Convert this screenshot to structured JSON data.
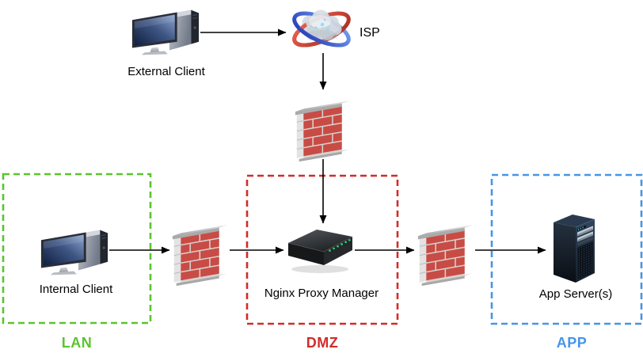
{
  "diagram": {
    "nodes": {
      "external_client": {
        "label": "External Client",
        "icon": "desktop-computer-icon"
      },
      "isp": {
        "label": "ISP",
        "icon": "internet-cloud-icon"
      },
      "wan_firewall": {
        "icon": "firewall-icon"
      },
      "internal_client": {
        "label": "Internal Client",
        "icon": "desktop-computer-icon"
      },
      "lan_firewall": {
        "icon": "firewall-icon"
      },
      "nginx_proxy": {
        "label": "Nginx Proxy Manager",
        "icon": "network-appliance-icon"
      },
      "dmz_firewall": {
        "icon": "firewall-icon"
      },
      "app_server": {
        "label": "App Server(s)",
        "icon": "tower-server-icon"
      }
    },
    "zones": {
      "lan": {
        "label": "LAN",
        "color": "#5bc42e"
      },
      "dmz": {
        "label": "DMZ",
        "color": "#d22c28"
      },
      "app": {
        "label": "APP",
        "color": "#4595ea"
      }
    },
    "connections": [
      {
        "from": "external_client",
        "to": "isp"
      },
      {
        "from": "isp",
        "to": "wan_firewall"
      },
      {
        "from": "wan_firewall",
        "to": "nginx_proxy"
      },
      {
        "from": "internal_client",
        "to": "lan_firewall"
      },
      {
        "from": "lan_firewall",
        "to": "nginx_proxy"
      },
      {
        "from": "nginx_proxy",
        "to": "dmz_firewall"
      },
      {
        "from": "dmz_firewall",
        "to": "app_server"
      }
    ],
    "colors": {
      "connector_line": "#000000",
      "background": "#ffffff",
      "label_text": "#000000",
      "firewall_brick": "#c5413a",
      "lan_zone": "#5bc42e",
      "dmz_zone": "#d22c28",
      "app_zone": "#4595ea"
    }
  }
}
